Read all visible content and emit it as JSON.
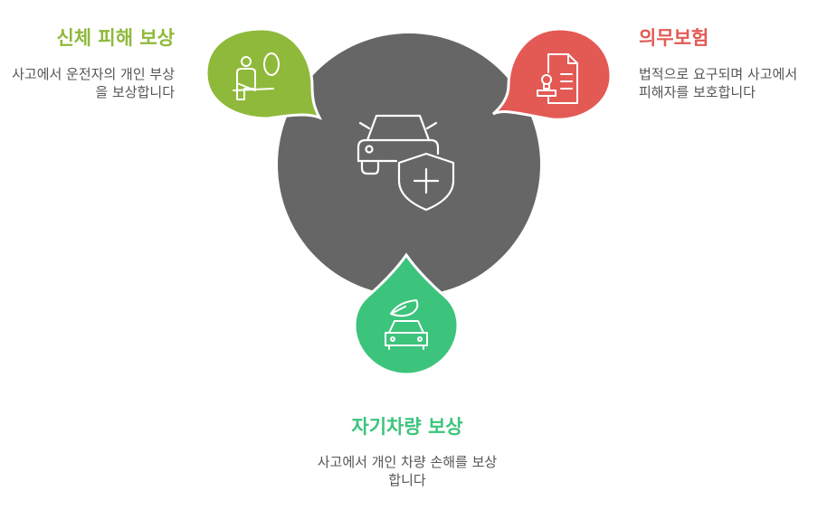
{
  "center": {
    "icon": "car-shield-icon",
    "color": "#666666"
  },
  "items": [
    {
      "key": "physical",
      "title": "신체 피해 보상",
      "description": "사고에서 운전자의 개인 부상을 보상합니다",
      "color": "#8fb93a",
      "icon": "seatbelt-driver-icon"
    },
    {
      "key": "mandatory",
      "title": "의무보험",
      "description": "법적으로 요구되며 사고에서 피해자를 보호합니다",
      "color": "#e35a55",
      "icon": "stamped-document-icon"
    },
    {
      "key": "own_vehicle",
      "title": "자기차량 보상",
      "description": "사고에서 개인 차량 손해를 보상합니다",
      "color": "#3cc47c",
      "icon": "car-leaf-icon"
    }
  ]
}
